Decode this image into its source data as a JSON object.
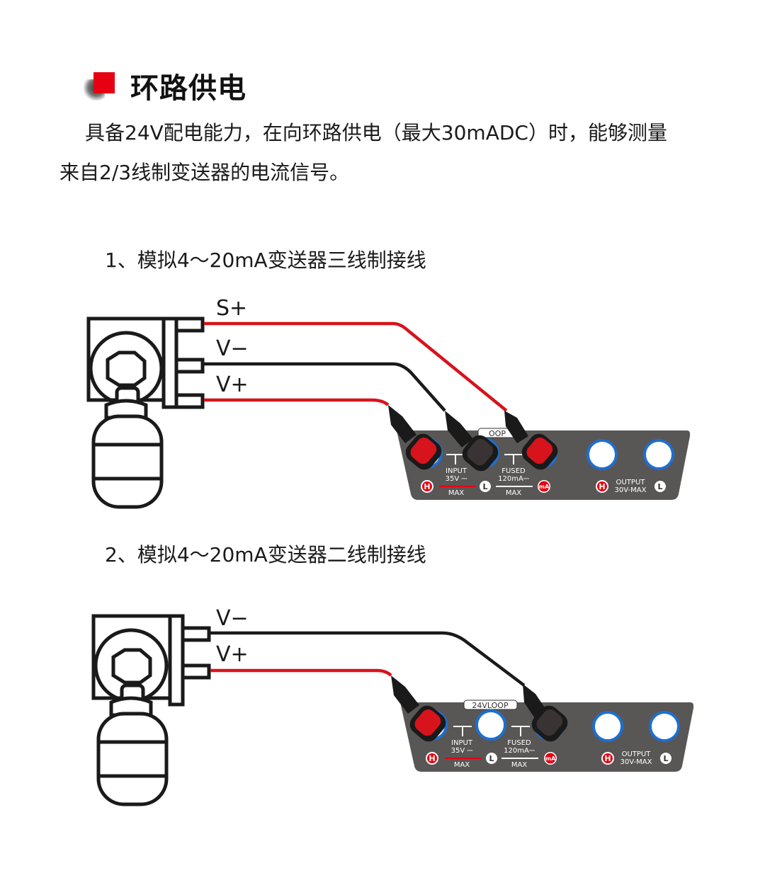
{
  "section_title": "环路供电",
  "description": {
    "line1": "具备24V配电能力，在向环路供电（最大30mADC）时，能够测量",
    "line2": "来自2/3线制变送器的电流信号。"
  },
  "diagram1": {
    "title": "1、模拟4～20mA变送器三线制接线",
    "labels": [
      "S+",
      "V−",
      "V+"
    ],
    "panel": {
      "loop_label": "OOP",
      "input_text": [
        "INPUT",
        "35V ⎓",
        "MAX"
      ],
      "fused_text": [
        "FUSED",
        "120mA⎓",
        "MAX"
      ],
      "output_text": [
        "OUTPUT",
        "30V-MAX"
      ],
      "h_label": "H",
      "l_label": "L",
      "ma_label": "mA"
    }
  },
  "diagram2": {
    "title": "2、模拟4～20mA变送器二线制接线",
    "labels": [
      "V−",
      "V+"
    ],
    "panel": {
      "loop_label": "24VLOOP",
      "input_text": [
        "INPUT",
        "35V ⎓",
        "MAX"
      ],
      "fused_text": [
        "FUSED",
        "120mA⎓",
        "MAX"
      ],
      "output_text": [
        "OUTPUT",
        "30V-MAX"
      ],
      "h_label": "H",
      "l_label": "L",
      "ma_label": "mA"
    }
  },
  "colors": {
    "accent_red": "#e60012",
    "wire_red": "#d7131c",
    "wire_black": "#1a1a1a",
    "panel_gray": "#595656",
    "jack_blue": "#1e6fd0"
  }
}
